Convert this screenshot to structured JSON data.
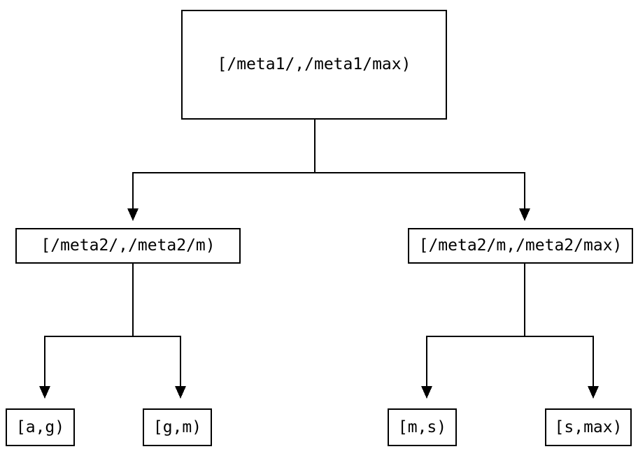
{
  "diagram": {
    "type": "binary-tree",
    "background_color": "#ffffff",
    "line_color": "#000000",
    "text_color": "#000000",
    "nodes": {
      "root": {
        "label": "[/meta1/,/meta1/max)"
      },
      "left": {
        "label": "[/meta2/,/meta2/m)"
      },
      "right": {
        "label": "[/meta2/m,/meta2/max)"
      },
      "leaf_ag": {
        "label": "[a,g)"
      },
      "leaf_gm": {
        "label": "[g,m)"
      },
      "leaf_ms": {
        "label": "[m,s)"
      },
      "leaf_smax": {
        "label": "[s,max)"
      }
    },
    "edges": [
      {
        "from": "root",
        "to": "left"
      },
      {
        "from": "root",
        "to": "right"
      },
      {
        "from": "left",
        "to": "leaf_ag"
      },
      {
        "from": "left",
        "to": "leaf_gm"
      },
      {
        "from": "right",
        "to": "leaf_ms"
      },
      {
        "from": "right",
        "to": "leaf_smax"
      }
    ]
  }
}
